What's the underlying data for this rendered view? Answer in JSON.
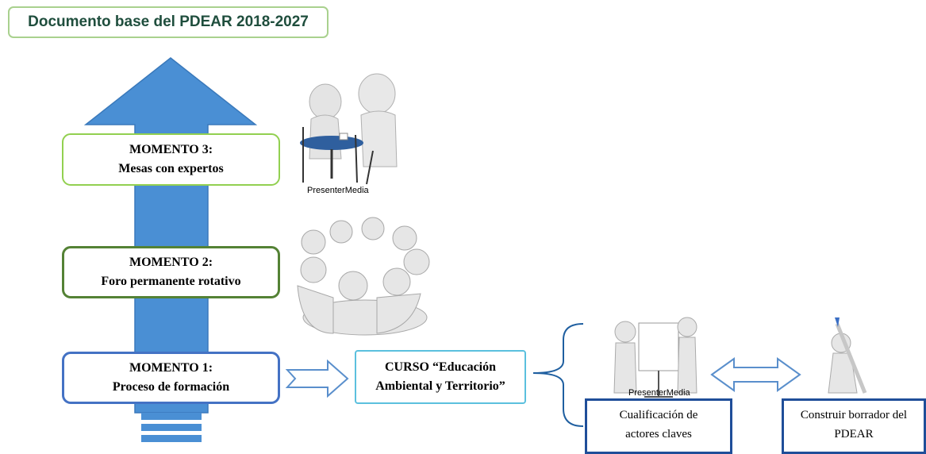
{
  "title": "Documento base del PDEAR 2018-2027",
  "moments": [
    {
      "heading": "MOMENTO 3:",
      "subtitle": "Mesas con expertos"
    },
    {
      "heading": "MOMENTO 2:",
      "subtitle": "Foro permanente rotativo"
    },
    {
      "heading": "MOMENTO 1:",
      "subtitle": "Proceso de formación"
    }
  ],
  "course": {
    "line1": "CURSO “Educación",
    "line2": "Ambiental y Territorio”"
  },
  "outcomes": [
    {
      "line1": "Cualificación de",
      "line2": "actores claves"
    },
    {
      "line1": "Construir borrador del",
      "line2": "PDEAR"
    }
  ],
  "watermarks": [
    "PresenterMedia",
    "PresenterMedia"
  ],
  "colors": {
    "arrow": "#4a8fd4",
    "moment3_border": "#92d050",
    "moment2_border": "#548235",
    "moment1_border": "#4472c4",
    "course_border": "#5bc0de",
    "outcome_border": "#1f4e99",
    "title_border": "#a9d18e",
    "title_text": "#1f4e3d"
  }
}
